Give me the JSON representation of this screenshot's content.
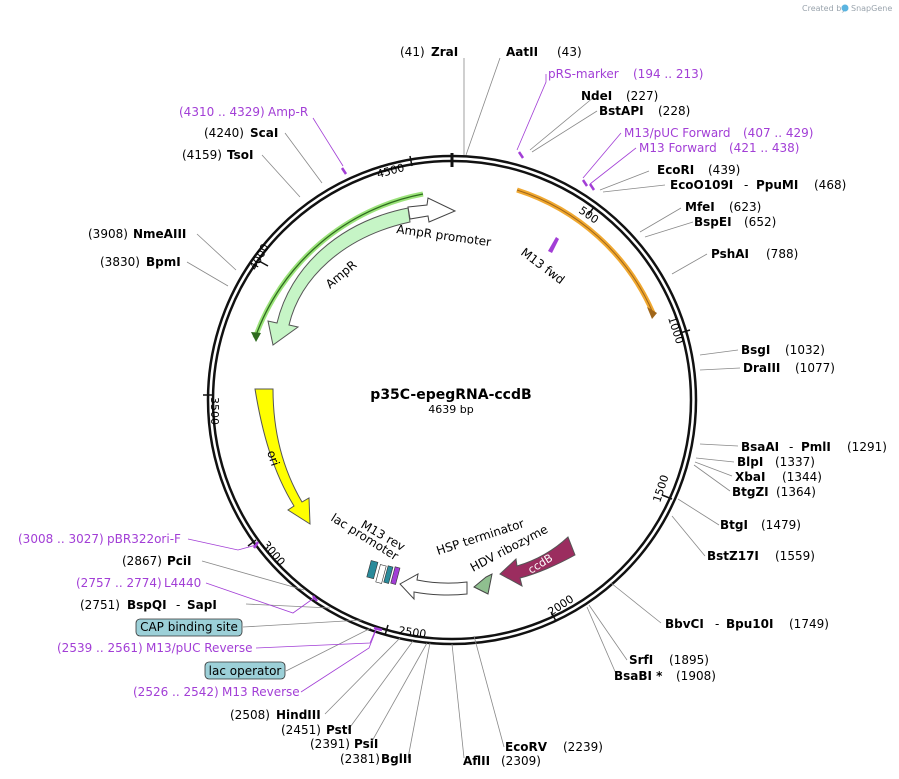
{
  "plasmid": {
    "name": "p35C-epegRNA-ccdB",
    "length": "4639 bp"
  },
  "credit": {
    "prefix": "Created by",
    "brand": "SnapGene"
  },
  "ticks": [
    "500",
    "1000",
    "1500",
    "2000",
    "2500",
    "3000",
    "3500",
    "4000",
    "4500"
  ],
  "sites": [
    {
      "name": "ZraI",
      "pos": "(41)"
    },
    {
      "name": "AatII",
      "pos": "(43)"
    },
    {
      "name": "NdeI",
      "pos": "(227)"
    },
    {
      "name": "BstAPI",
      "pos": "(228)"
    },
    {
      "name": "EcoRI",
      "pos": "(439)"
    },
    {
      "name": "EcoO109I",
      "sep": "-",
      "name2": "PpuMI",
      "pos": "(468)"
    },
    {
      "name": "MfeI",
      "pos": "(623)"
    },
    {
      "name": "BspEI",
      "pos": "(652)"
    },
    {
      "name": "PshAI",
      "pos": "(788)"
    },
    {
      "name": "BsgI",
      "pos": "(1032)"
    },
    {
      "name": "DraIII",
      "pos": "(1077)"
    },
    {
      "name": "BsaAI",
      "sep": "-",
      "name2": "PmlI",
      "pos": "(1291)"
    },
    {
      "name": "BlpI",
      "pos": "(1337)"
    },
    {
      "name": "XbaI",
      "pos": "(1344)"
    },
    {
      "name": "BtgZI",
      "pos": "(1364)"
    },
    {
      "name": "BtgI",
      "pos": "(1479)"
    },
    {
      "name": "BstZ17I",
      "pos": "(1559)"
    },
    {
      "name": "BbvCI",
      "sep": "-",
      "name2": "Bpu10I",
      "pos": "(1749)"
    },
    {
      "name": "SrfI",
      "pos": "(1895)"
    },
    {
      "name": "BsaBI *",
      "pos": "(1908)"
    },
    {
      "name": "EcoRV",
      "pos": "(2239)"
    },
    {
      "name": "AflII",
      "pos": "(2309)"
    },
    {
      "name": "BglII",
      "pos": "(2381)"
    },
    {
      "name": "PsiI",
      "pos": "(2391)"
    },
    {
      "name": "PstI",
      "pos": "(2451)"
    },
    {
      "name": "HindIII",
      "pos": "(2508)"
    },
    {
      "name": "BspQI",
      "sep": "-",
      "name2": "SapI",
      "pos": "(2751)"
    },
    {
      "name": "PciI",
      "pos": "(2867)"
    },
    {
      "name": "BpmI",
      "pos": "(3830)"
    },
    {
      "name": "NmeAIII",
      "pos": "(3908)"
    },
    {
      "name": "TsoI",
      "pos": "(4159)"
    },
    {
      "name": "ScaI",
      "pos": "(4240)"
    }
  ],
  "primers": [
    {
      "name": "pRS-marker",
      "range": "(194 .. 213)"
    },
    {
      "name": "M13/pUC Forward",
      "range": "(407 .. 429)"
    },
    {
      "name": "M13 Forward",
      "range": "(421 .. 438)"
    },
    {
      "name": "Amp-R",
      "range": "(4310 .. 4329)"
    },
    {
      "name": "pBR322ori-F",
      "range": "(3008 .. 3027)"
    },
    {
      "name": "L4440",
      "range": "(2757 .. 2774)"
    },
    {
      "name": "M13/pUC Reverse",
      "range": "(2539 .. 2561)"
    },
    {
      "name": "M13 Reverse",
      "range": "(2526 .. 2542)"
    }
  ],
  "boxed_features": [
    "CAP binding site",
    "lac operator"
  ],
  "features": [
    "AmpR promoter",
    "AmpR",
    "M13 fwd",
    "ori",
    "M13 rev",
    "lac promoter",
    "HSP terminator",
    "HDV ribozyme",
    "ccdB"
  ],
  "colors": {
    "primer": "#a23ed6",
    "ampr": "#c6f5c6",
    "ori": "#ffff00",
    "ccdb": "#9b2d5f",
    "orange_arc": "#f0a830",
    "green_arc": "#9be37a",
    "box_fill": "#9cd0d8"
  }
}
